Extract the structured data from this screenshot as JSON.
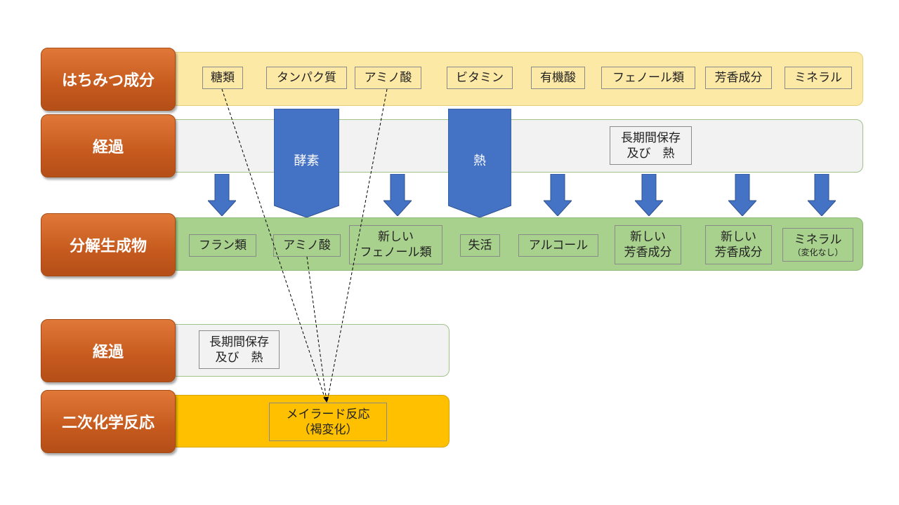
{
  "rows": {
    "honey_components": {
      "label": "はちみつ成分",
      "items": [
        "糖類",
        "タンパク質",
        "アミノ酸",
        "ビタミン",
        "有機酸",
        "フェノール類",
        "芳香成分",
        "ミネラル"
      ]
    },
    "process1": {
      "label": "経過",
      "enzyme_arrow": "酵素",
      "heat_arrow": "熱",
      "storage_line1": "長期間保存",
      "storage_line2": "及び　熱"
    },
    "decomposition_products": {
      "label": "分解生成物",
      "items": [
        {
          "line1": "フラン類",
          "line2": ""
        },
        {
          "line1": "アミノ酸",
          "line2": ""
        },
        {
          "line1": "新しい",
          "line2": "フェノール類"
        },
        {
          "line1": "失活",
          "line2": ""
        },
        {
          "line1": "アルコール",
          "line2": ""
        },
        {
          "line1": "新しい",
          "line2": "芳香成分"
        },
        {
          "line1": "新しい",
          "line2": "芳香成分"
        },
        {
          "line1": "ミネラル",
          "line2": "（変化なし）"
        }
      ]
    },
    "process2": {
      "label": "経過",
      "storage_line1": "長期間保存",
      "storage_line2": "及び　熱"
    },
    "secondary_reaction": {
      "label": "二次化学反応",
      "result_line1": "メイラード反応",
      "result_line2": "（褐変化）"
    }
  },
  "colors": {
    "label_orange": "#c65a1e",
    "band_yellow": "#fde9a6",
    "band_gray": "#f2f2f2",
    "band_green": "#a9d18e",
    "band_gold": "#ffc000",
    "arrow_blue": "#4472c4"
  }
}
